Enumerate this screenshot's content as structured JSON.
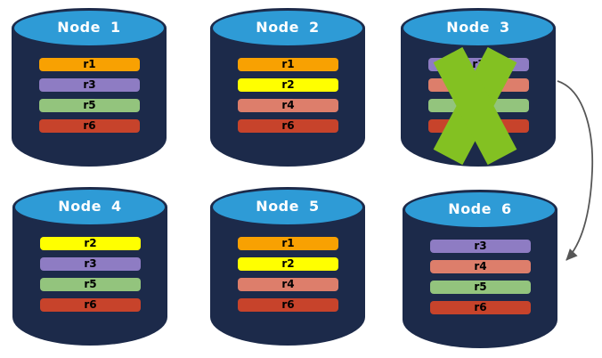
{
  "palette": {
    "background": "#FFFFFF",
    "cylinder_body": "#1C2A4A",
    "cylinder_top": "#2E9BD6",
    "node_title_text": "#FFFFFF",
    "record_label_text": "#000000",
    "failure_cross": "#83C122",
    "arrow": "#565656"
  },
  "nodes": [
    {
      "title": "Node 1",
      "failed": false,
      "records": [
        {
          "label": "r1",
          "color": "#F8A102"
        },
        {
          "label": "r3",
          "color": "#8E7CC3"
        },
        {
          "label": "r5",
          "color": "#93C47D"
        },
        {
          "label": "r6",
          "color": "#C7432B"
        }
      ]
    },
    {
      "title": "Node 2",
      "failed": false,
      "records": [
        {
          "label": "r1",
          "color": "#F8A102"
        },
        {
          "label": "r2",
          "color": "#FFFF00"
        },
        {
          "label": "r4",
          "color": "#DD7E6B"
        },
        {
          "label": "r6",
          "color": "#C7432B"
        }
      ]
    },
    {
      "title": "Node 3",
      "failed": true,
      "records": [
        {
          "label": "r3",
          "color": "#8E7CC3"
        },
        {
          "label": "r4",
          "color": "#DD7E6B"
        },
        {
          "label": "r5",
          "color": "#93C47D"
        },
        {
          "label": "r6",
          "color": "#C7432B"
        }
      ]
    },
    {
      "title": "Node 4",
      "failed": false,
      "records": [
        {
          "label": "r2",
          "color": "#FFFF00"
        },
        {
          "label": "r3",
          "color": "#8E7CC3"
        },
        {
          "label": "r5",
          "color": "#93C47D"
        },
        {
          "label": "r6",
          "color": "#C7432B"
        }
      ]
    },
    {
      "title": "Node 5",
      "failed": false,
      "records": [
        {
          "label": "r1",
          "color": "#F8A102"
        },
        {
          "label": "r2",
          "color": "#FFFF00"
        },
        {
          "label": "r4",
          "color": "#DD7E6B"
        },
        {
          "label": "r6",
          "color": "#C7432B"
        }
      ]
    },
    {
      "title": "Node 6",
      "failed": false,
      "records": [
        {
          "label": "r3",
          "color": "#8E7CC3"
        },
        {
          "label": "r4",
          "color": "#DD7E6B"
        },
        {
          "label": "r5",
          "color": "#93C47D"
        },
        {
          "label": "r6",
          "color": "#C7432B"
        }
      ]
    }
  ],
  "arrow": {
    "from": "Node 3",
    "to": "Node 6"
  }
}
